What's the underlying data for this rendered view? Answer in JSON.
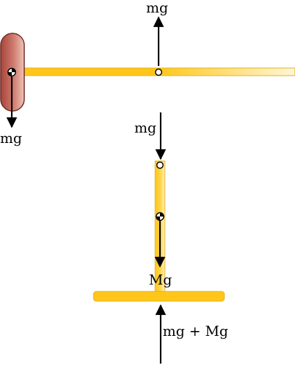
{
  "labels": {
    "top_arrow": "mg",
    "left_arrow": "mg",
    "middle_arrow": "mg",
    "inner_arrow": "Mg",
    "bottom_arrow": "mg + Mg"
  },
  "colors": {
    "rod_gold": "#ffc61a",
    "rod_gold_dark": "#e8a800",
    "rod_fade": "#fff6d6",
    "rod_outline": "#d9a400",
    "mass_red_dark": "#a9433a",
    "mass_red_light": "#f0c4b8",
    "mass_outline": "#6e2a24",
    "arrow": "#000000"
  }
}
